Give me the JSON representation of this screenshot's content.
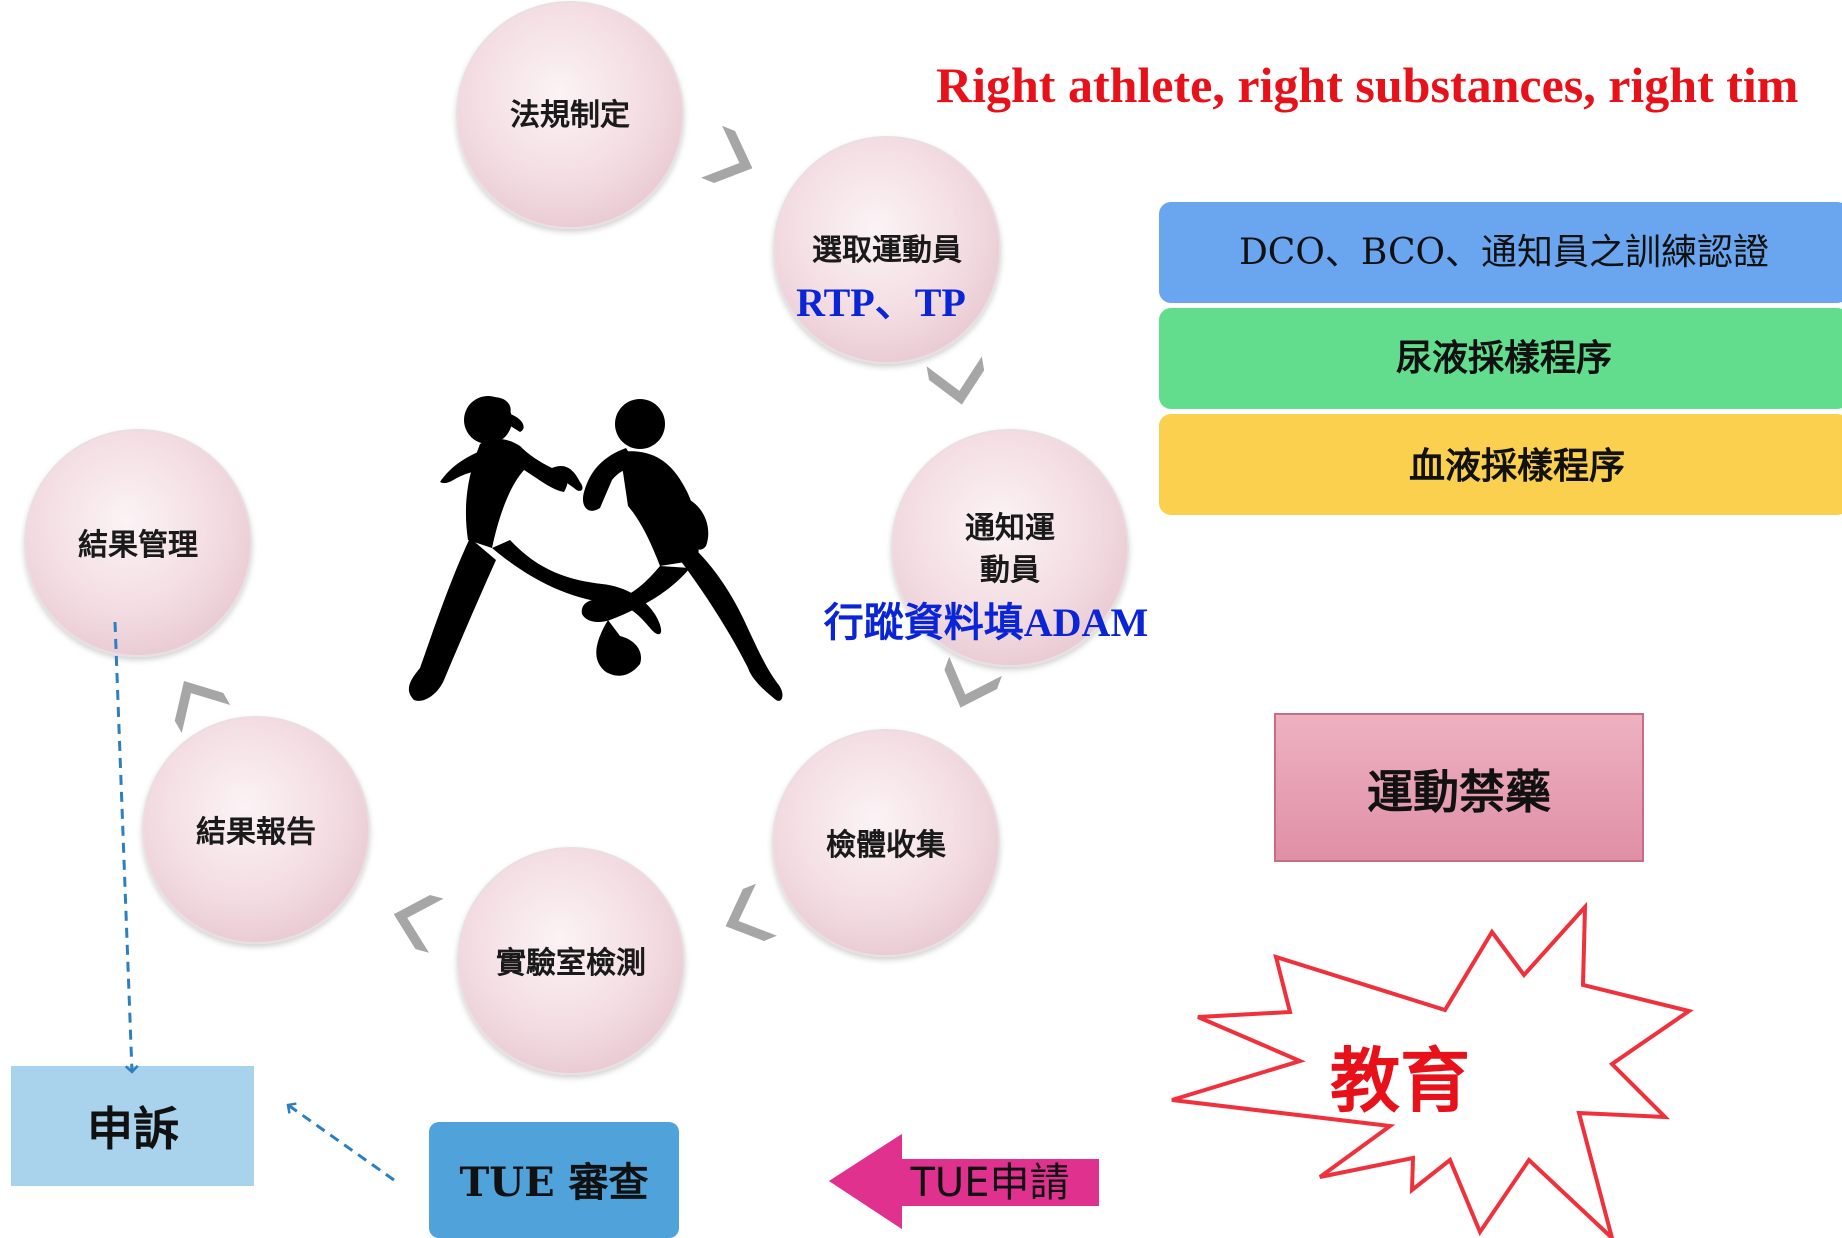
{
  "headline": "Right athlete, right substances, right tim",
  "process_nodes": [
    {
      "id": "regulation",
      "lines": [
        "法規制定"
      ]
    },
    {
      "id": "select-athletes",
      "lines": [
        "選取運動員"
      ],
      "sub": "RTP、TP"
    },
    {
      "id": "notify-athletes",
      "lines": [
        "通知運",
        "動員"
      ],
      "sub": "行蹤資料填ADAM"
    },
    {
      "id": "sample-collection",
      "lines": [
        "檢體收集"
      ]
    },
    {
      "id": "lab-testing",
      "lines": [
        "實驗室檢測"
      ]
    },
    {
      "id": "result-report",
      "lines": [
        "結果報告"
      ]
    },
    {
      "id": "result-management",
      "lines": [
        "結果管理"
      ]
    }
  ],
  "training_boxes": [
    {
      "label": "DCO、BCO、通知員之訓練認證",
      "color": "#6aa6f0"
    },
    {
      "label": "尿液採樣程序",
      "color": "#62dd8e"
    },
    {
      "label": "血液採樣程序",
      "color": "#fbd04f"
    }
  ],
  "doping_box": {
    "label": "運動禁藥"
  },
  "education": {
    "label": "教育"
  },
  "appeal_box": {
    "label": "申訴"
  },
  "tue_review": {
    "label": "TUE 審查"
  },
  "tue_apply": {
    "label": "TUE申請"
  },
  "colors": {
    "headline": "#e8111a",
    "sub_text": "#0a25d8",
    "education_text": "#e8111a",
    "starburst_stroke": "#f0303a",
    "appeal_fill": "#a9d2ec",
    "tue_review_fill": "#4fa2da",
    "tue_apply_fill": "#e0318f",
    "dashed_arrow": "#2c7fc0",
    "doping_fill": "#e8a0b2"
  }
}
